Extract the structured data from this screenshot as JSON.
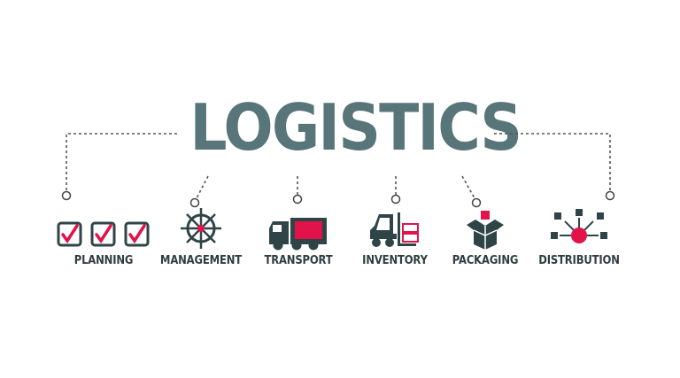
{
  "title": "LOGISTICS",
  "colors": {
    "title": "#587579",
    "icon_dark": "#2f4446",
    "accent": "#e2134a",
    "line": "#555555",
    "label": "#2f3d3f"
  },
  "items": [
    {
      "label": "PLANNING",
      "icon": "checkbox-checked-icon"
    },
    {
      "label": "MANAGEMENT",
      "icon": "ship-wheel-icon"
    },
    {
      "label": "TRANSPORT",
      "icon": "truck-icon"
    },
    {
      "label": "INVENTORY",
      "icon": "forklift-icon"
    },
    {
      "label": "PACKAGING",
      "icon": "open-box-icon"
    },
    {
      "label": "DISTRIBUTION",
      "icon": "network-hub-icon"
    }
  ]
}
